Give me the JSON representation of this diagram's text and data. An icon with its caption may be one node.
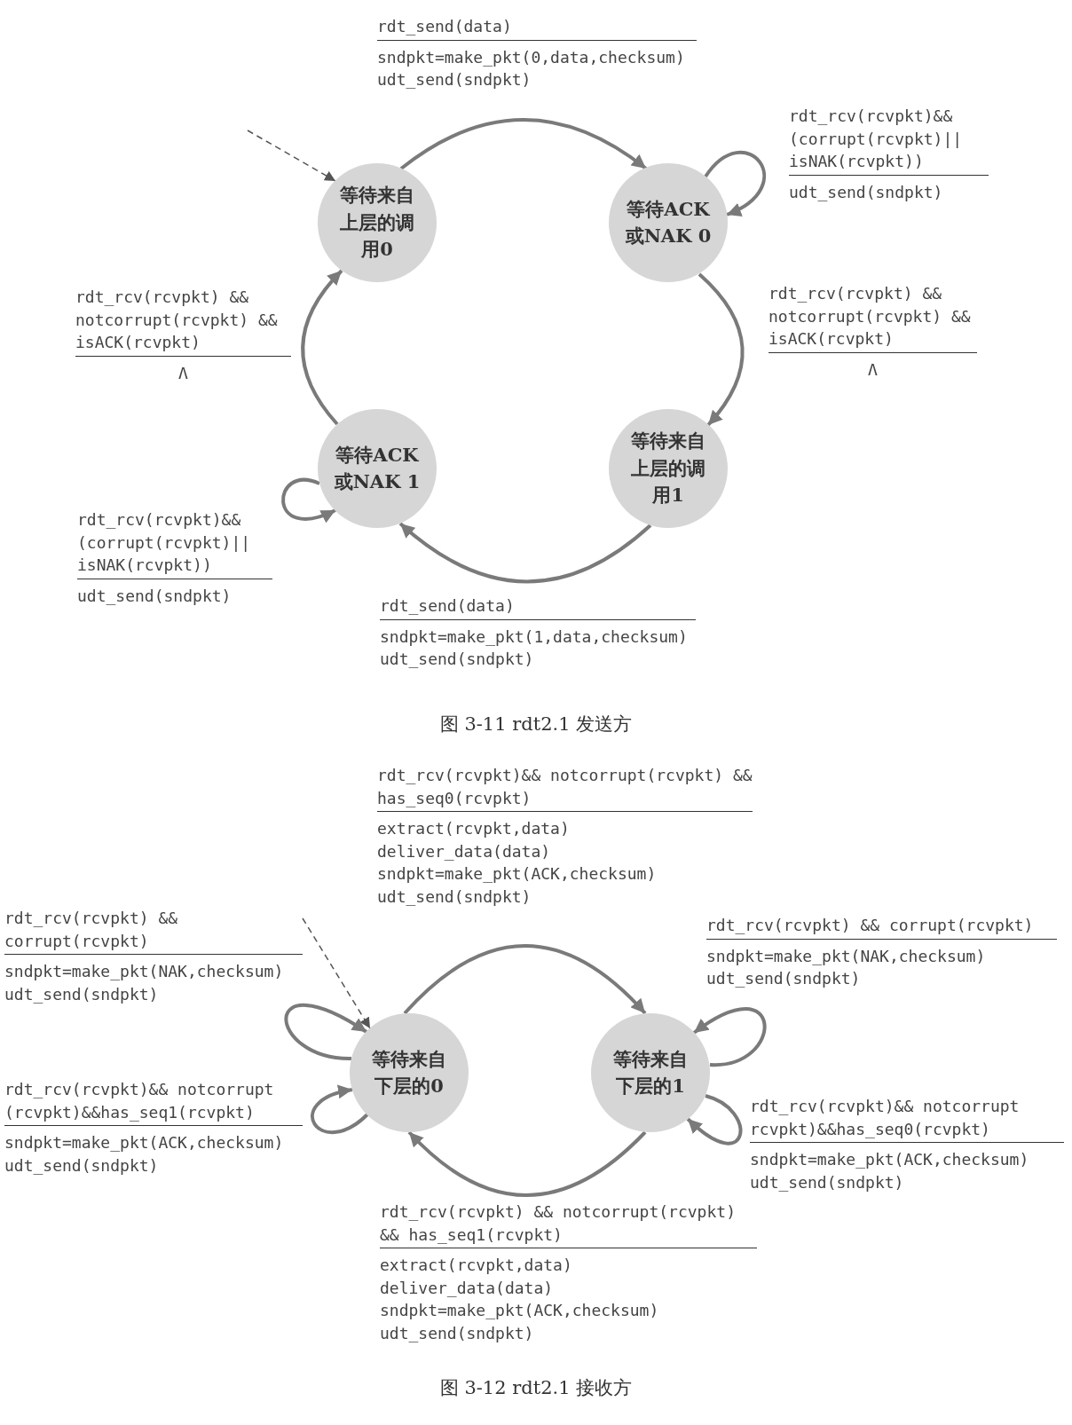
{
  "diagram": {
    "nodes": [
      {
        "text": [
          "等待来自上层的调用0"
        ]
      },
      {
        "text": [
          "等待ACK或NAK 0"
        ]
      },
      {
        "text": [
          "等待ACK或NAK 1"
        ]
      },
      {
        "text": [
          "等待来自上层的调用1"
        ]
      },
      {
        "text": [
          "等待来自下层的0"
        ]
      },
      {
        "text": [
          "等待来自下层的1"
        ]
      }
    ],
    "edges": [
      {
        "from": null,
        "to": 0,
        "arrow": "to",
        "style": "dashed",
        "color": "#555555"
      },
      {
        "from": 0,
        "to": 1,
        "arrow": "to",
        "label": [
          "rdt_send(data)",
          "sndpkt=make_pkt(0,data,checksum) udt_send(sndpkt)"
        ]
      },
      {
        "from": 1,
        "to": 1,
        "arrow": "to",
        "label": [
          "rdt_rcv(rcvpkt)&& (corrupt(rcvpkt)|| isNAK(rcvpkt))",
          "udt_send(sndpkt)"
        ]
      },
      {
        "from": 1,
        "to": 3,
        "arrow": "to",
        "label": [
          "rdt_rcv(rcvpkt) && notcorrupt(rcvpkt) && isACK(rcvpkt)",
          "Λ"
        ]
      },
      {
        "from": 3,
        "to": 2,
        "arrow": "to",
        "label": [
          "rdt_send(data)",
          "sndpkt=make_pkt(1,data,checksum) udt_send(sndpkt)"
        ]
      },
      {
        "from": 2,
        "to": 2,
        "arrow": "to",
        "label": [
          "rdt_rcv(rcvpkt)&& (corrupt(rcvpkt)|| isNAK(rcvpkt))",
          "udt_send(sndpkt)"
        ]
      },
      {
        "from": 2,
        "to": 0,
        "arrow": "to",
        "label": [
          "rdt_rcv(rcvpkt) && notcorrupt(rcvpkt) && isACK(rcvpkt)",
          "Λ"
        ]
      },
      {
        "from": null,
        "to": 4,
        "arrow": "to",
        "style": "dashed",
        "color": "#555555"
      },
      {
        "from": 4,
        "to": 5,
        "arrow": "to",
        "label": [
          "rdt_rcv(rcvpkt)&& notcorrupt(rcvpkt) && has_seq0(rcvpkt)",
          "extract(rcvpkt,data) deliver_data(data) sndpkt=make_pkt(ACK,checksum) udt_send(sndpkt)"
        ]
      },
      {
        "from": 5,
        "to": 4,
        "arrow": "to",
        "label": [
          "rdt_rcv(rcvpkt) && notcorrupt(rcvpkt) && has_seq1(rcvpkt)",
          "extract(rcvpkt,data) deliver_data(data) sndpkt=make_pkt(ACK,checksum) udt_send(sndpkt)"
        ]
      },
      {
        "from": 4,
        "to": 4,
        "arrow": "to",
        "label": [
          "rdt_rcv(rcvpkt) && corrupt(rcvpkt)",
          "sndpkt=make_pkt(NAK,checksum) udt_send(sndpkt)"
        ]
      },
      {
        "from": 4,
        "to": 4,
        "arrow": "to",
        "label": [
          "rdt_rcv(rcvpkt)&& notcorrupt (rcvpkt)&&has_seq1(rcvpkt)",
          "sndpkt=make_pkt(ACK,checksum) udt_send(sndpkt)"
        ]
      },
      {
        "from": 5,
        "to": 5,
        "arrow": "to",
        "label": [
          "rdt_rcv(rcvpkt) && corrupt(rcvpkt)",
          "sndpkt=make_pkt(NAK,checksum) udt_send(sndpkt)"
        ]
      },
      {
        "from": 5,
        "to": 5,
        "arrow": "to",
        "label": [
          "rdt_rcv(rcvpkt)&& notcorrupt rcvpkt)&&has_seq0(rcvpkt)",
          "sndpkt=make_pkt(ACK,checksum) udt_send(sndpkt)"
        ]
      }
    ],
    "labels": [
      "图 3-11 rdt2.1 发送方",
      "图 3-12 rdt2.1 接收方"
    ]
  }
}
